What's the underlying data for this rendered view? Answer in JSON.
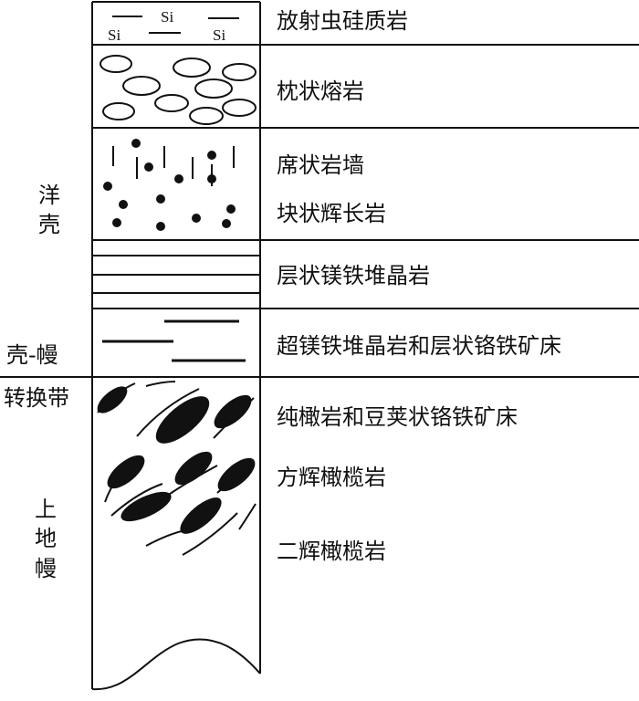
{
  "rock_layers": [
    {
      "label": "放射虫硅质岩"
    },
    {
      "label": "枕状熔岩"
    },
    {
      "label": "席状岩墙"
    },
    {
      "label": "块状辉长岩"
    },
    {
      "label": "层状镁铁堆晶岩"
    },
    {
      "label": "超镁铁堆晶岩和层状铬铁矿床"
    },
    {
      "label": "纯橄岩和豆荚状铬铁矿床"
    },
    {
      "label": "方辉橄榄岩"
    },
    {
      "label": "二辉橄榄岩"
    }
  ],
  "zones": {
    "ocean_crust": "洋壳",
    "crust_mantle": "壳-幔",
    "transition": "转换带",
    "upper_mantle": "上地幔"
  },
  "silica_symbol": "Si",
  "colors": {
    "line": "#111111",
    "background": "#ffffff"
  }
}
